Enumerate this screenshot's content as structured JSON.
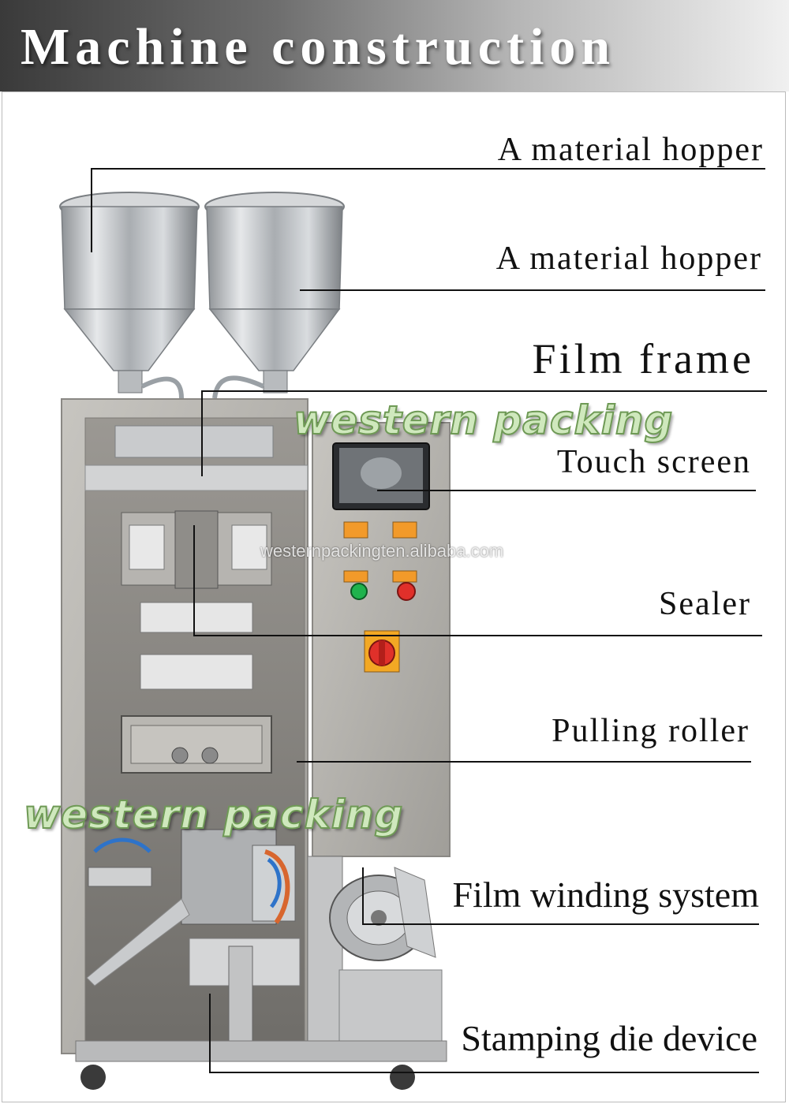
{
  "header": {
    "title": "Machine construction"
  },
  "labels": {
    "hopper_1": "A material hopper",
    "hopper_2": "A material hopper",
    "film_frame": "Film frame",
    "touch_screen": "Touch screen",
    "sealer": "Sealer",
    "pulling_roller": "Pulling roller",
    "film_winding": "Film winding system",
    "stamping_die": "Stamping die device"
  },
  "watermarks": {
    "brand_top": "western packing",
    "brand_bottom": "western packing",
    "url": "westernpackingten.alibaba.com"
  },
  "colors": {
    "header_dark": "#3a3a3a",
    "steel": "#b9bcbf",
    "watermark_green": "#6f9a56",
    "leader_line": "#111111"
  }
}
